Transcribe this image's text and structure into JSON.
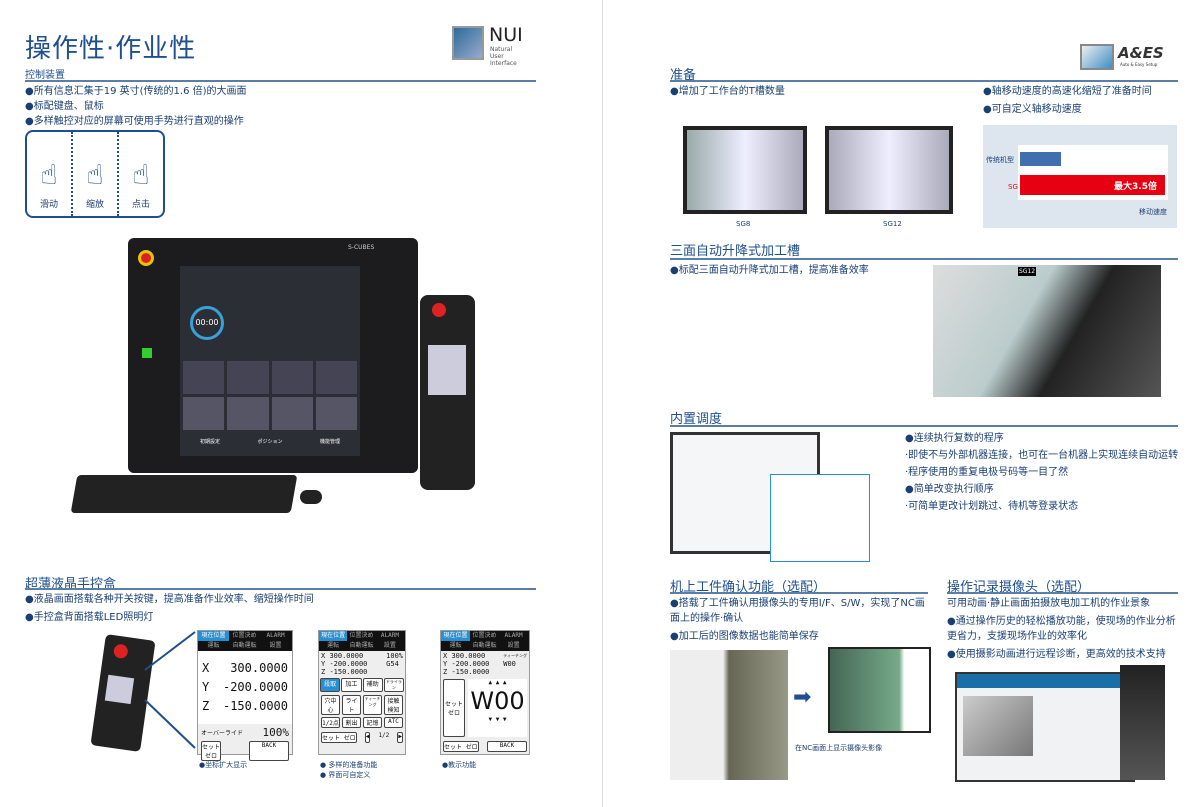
{
  "left": {
    "title": "操作性·作业性",
    "logo_nui": {
      "big": "NUI",
      "l1": "Natural",
      "l2": "User",
      "l3": "Interface"
    },
    "control": {
      "heading": "控制装置",
      "bullets": [
        "●所有信息汇集于19 英寸(传统的1.6 倍)的大画面",
        "●标配键盘、鼠标",
        "●多样触控对应的屏幕可使用手势进行直观的操作"
      ],
      "gestures": [
        "滑动",
        "缩放",
        "点击"
      ]
    },
    "monitor": {
      "brand": "S-CUBES",
      "buttons": [
        "初期設定",
        "ポジション",
        "機能管理"
      ],
      "time": "00:00"
    },
    "pendant": {
      "heading": "超薄液晶手控盒",
      "bullets": [
        "●液晶画面搭载各种开关按键，提高准备作业效率、缩短操作时间",
        "●手控盒背面搭载LED照明灯"
      ],
      "tabs": [
        "現在位置",
        "位置決め",
        "ALARM",
        "運転",
        "自動運転",
        "設置"
      ],
      "x": "300.0000",
      "y": "-200.0000",
      "z": "-150.0000",
      "override_label": "オーバーライド",
      "override": "100%",
      "set_zero": "セット ゼロ",
      "back": "BACK",
      "percent": "100%",
      "g54": "G54",
      "modes": [
        "段取",
        "加工",
        "補助",
        "ドライラン"
      ],
      "keys": [
        "穴中心",
        "ライト",
        "ティーチング",
        "接触検知",
        "1/2点",
        "割出",
        "記憶",
        "ATC"
      ],
      "page": "1/2",
      "teaching": "ティーチング",
      "w00": "W00",
      "captions": [
        "●坐标扩大显示",
        "● 多样的准备功能",
        "● 界面可自定义",
        "●教示功能"
      ],
      "axis": [
        "X",
        "Y",
        "Z"
      ]
    }
  },
  "right": {
    "logo_aes": {
      "big": "A&ES",
      "sub": "Auto & Easy Setup"
    },
    "prep": {
      "heading": "准备",
      "bullet1": "●增加了工作台的T槽数量",
      "tables": [
        "SG8",
        "SG12"
      ],
      "bullet2": "●轴移动速度的高速化缩短了准备时间",
      "bullet3": "●可自定义轴移动速度"
    },
    "chart_data": {
      "type": "bar",
      "categories": [
        "传统机型",
        "SG"
      ],
      "values": [
        1,
        3.5
      ],
      "annotation": "最大3.5倍",
      "xlabel": "移动速度",
      "colors": [
        "#3f6fae",
        "#e60012"
      ]
    },
    "tank": {
      "heading": "三面自动升降式加工槽",
      "bullet": "●标配三面自动升降式加工槽，提高准备效率",
      "label": "SG12"
    },
    "schedule": {
      "heading": "内置调度",
      "bullets": [
        "●连续执行复数的程序",
        "·即使不与外部机器连接，也可在一台机器上实现连续自动运转",
        "·程序使用的重复电极号码等一目了然",
        "●简单改变执行顺序",
        "·可简单更改计划跳过、待机等登录状态"
      ]
    },
    "workpiece": {
      "heading": "机上工件确认功能（选配）",
      "bullets": [
        "●搭载了工件确认用摄像头的专用I/F、S/W，实现了NC画面上的操作·确认",
        "●加工后的图像数据也能简单保存"
      ],
      "caption": "在NC画面上显示摄像头影像"
    },
    "camera": {
      "heading": "操作记录摄像头（选配）",
      "intro": "可用动画·静止画面拍摄放电加工机的作业景象",
      "bullets": [
        "●通过操作历史的轻松播放功能，使现场的作业分析更省力，支援现场作业的效率化",
        "●使用摄影动画进行远程诊断，更高效的技术支持"
      ]
    }
  }
}
